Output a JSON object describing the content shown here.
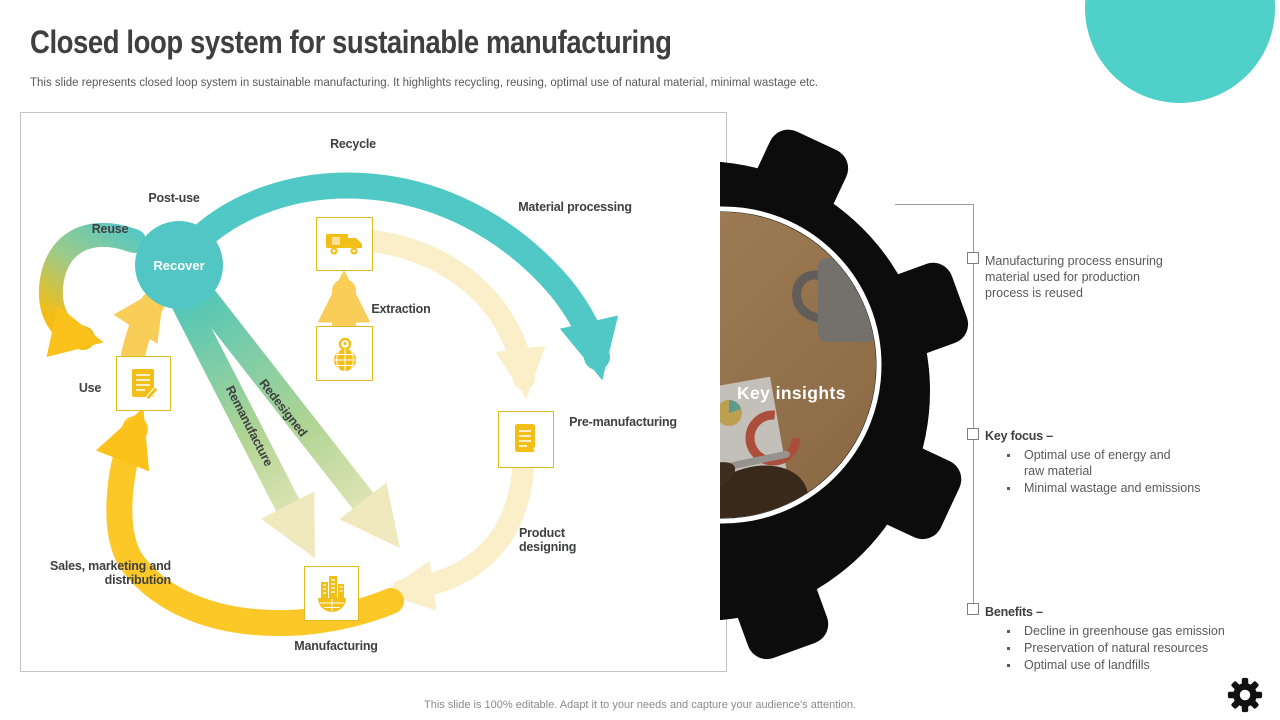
{
  "slide": {
    "title": "Closed loop system for sustainable manufacturing",
    "subtitle": "This slide represents closed loop system in sustainable manufacturing. It highlights recycling, reusing, optimal use of natural material, minimal wastage etc.",
    "footer": "This slide is 100% editable.  Adapt it to your needs and capture your audience's attention."
  },
  "diagram": {
    "labels": {
      "recycle": "Recycle",
      "post_use": "Post-use",
      "reuse": "Reuse",
      "recover": "Recover",
      "material_processing": "Material processing",
      "extraction": "Extraction",
      "use": "Use",
      "pre_manufacturing": "Pre-manufacturing",
      "remanufacture": "Remanufacture",
      "redesigned": "Redesigned",
      "product_designing": "Product\ndesigning",
      "sales_marketing": "Sales, marketing and\ndistribution",
      "manufacturing": "Manufacturing"
    },
    "icons": [
      "truck-icon",
      "globe-pin-icon",
      "document-pencil-icon",
      "document-icon",
      "factory-icon"
    ]
  },
  "key_insights": {
    "label": "Key insights"
  },
  "callouts": [
    {
      "text": "Manufacturing  process ensuring\nmaterial used for production\nprocess is reused"
    },
    {
      "heading": "Key focus –",
      "bullets": [
        "Optimal use of energy and\nraw material",
        "Minimal wastage and emissions"
      ]
    },
    {
      "heading": "Benefits –",
      "bullets": [
        "Decline in greenhouse  gas emission",
        "Preservation  of natural resources",
        "Optimal use of landfills"
      ]
    }
  ],
  "colors": {
    "teal": "#50C8C6",
    "teal_circle": "#4FD1CA",
    "yellow": "#FBC21C",
    "light_yellow": "#F8CE58",
    "cream": "#FAEFC9",
    "green": "#9ACB8C",
    "black": "#0C0C0C",
    "title_text": "#3F3F3F",
    "body_text": "#595959"
  }
}
